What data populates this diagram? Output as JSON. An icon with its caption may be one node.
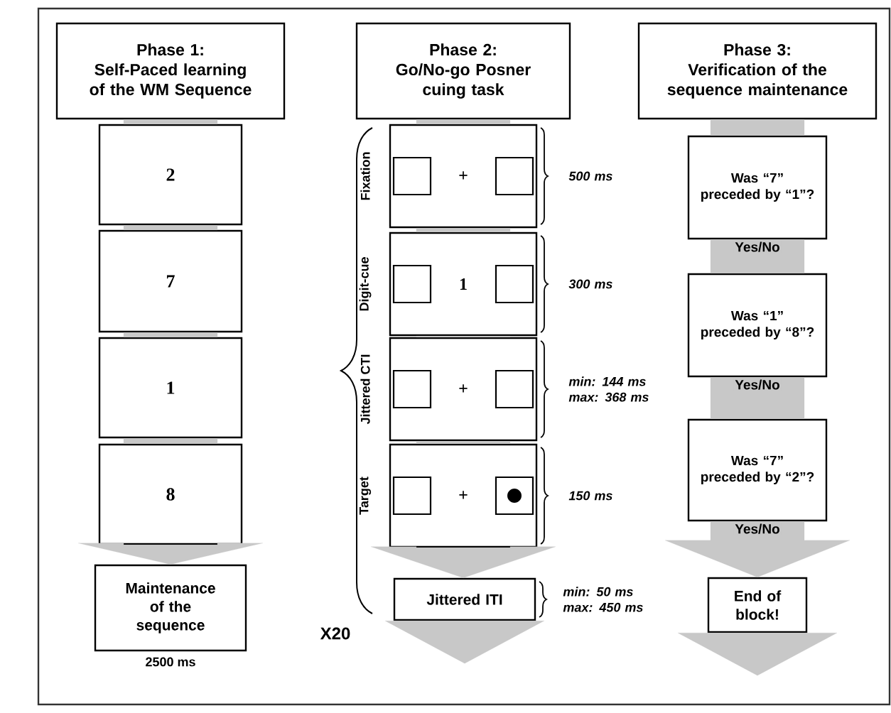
{
  "diagram": {
    "nodes": [
      {
        "text": [
          "Phase 1:",
          "Self-Paced learning of the WM Sequence"
        ]
      },
      {
        "text": [
          "2"
        ]
      },
      {
        "text": [
          "7"
        ]
      },
      {
        "text": [
          "1"
        ]
      },
      {
        "text": [
          "8"
        ]
      },
      {
        "text": [
          "Maintenance of the sequence"
        ],
        "beside": [
          "2500 ms"
        ]
      },
      {
        "text": [
          "Phase 2:",
          "Go/No-go Posner cuing task"
        ]
      },
      {
        "text": [
          "+"
        ],
        "beside": [
          "Fixation",
          "500 ms"
        ]
      },
      {
        "text": [
          "1"
        ],
        "beside": [
          "Digit-cue",
          "300 ms"
        ]
      },
      {
        "text": [
          "+"
        ],
        "beside": [
          "Jittered CTI",
          "min: 144 ms max: 368 ms"
        ]
      },
      {
        "text": [
          "+"
        ],
        "beside": [
          "Target",
          "150 ms"
        ]
      },
      {
        "text": [
          "Jittered ITI"
        ],
        "beside": [
          "min: 50 ms max: 450 ms"
        ]
      },
      {
        "text": [
          "Phase 3:",
          "Verification of the sequence maintenance"
        ]
      },
      {
        "text": [
          "Was “7” preceded by “1”?"
        ]
      },
      {
        "text": [
          "Was “1” preceded by “8”?"
        ]
      },
      {
        "text": [
          "Was “7” preceded by “2”?"
        ]
      },
      {
        "text": [
          "End of block!"
        ]
      }
    ],
    "edges": [
      {
        "from": 0,
        "to": 1,
        "arrow": "none"
      },
      {
        "from": 1,
        "to": 2,
        "arrow": "none"
      },
      {
        "from": 2,
        "to": 3,
        "arrow": "none"
      },
      {
        "from": 3,
        "to": 4,
        "arrow": "none"
      },
      {
        "from": 4,
        "to": 5,
        "arrow": "to"
      },
      {
        "from": 6,
        "to": 7,
        "arrow": "none"
      },
      {
        "from": 7,
        "to": 8,
        "arrow": "none"
      },
      {
        "from": 8,
        "to": 9,
        "arrow": "none"
      },
      {
        "from": 9,
        "to": 10,
        "arrow": "none"
      },
      {
        "from": 10,
        "to": 11,
        "arrow": "to"
      },
      {
        "from": 11,
        "to": null,
        "arrow": "to"
      },
      {
        "from": 12,
        "to": 13,
        "arrow": "none"
      },
      {
        "from": 13,
        "to": 14,
        "arrow": "none",
        "label": "Yes/No"
      },
      {
        "from": 14,
        "to": 15,
        "arrow": "none",
        "label": "Yes/No"
      },
      {
        "from": 15,
        "to": 16,
        "arrow": "to",
        "label": "Yes/No"
      },
      {
        "from": 16,
        "to": null,
        "arrow": "to"
      }
    ],
    "labels": [
      "X20"
    ]
  }
}
